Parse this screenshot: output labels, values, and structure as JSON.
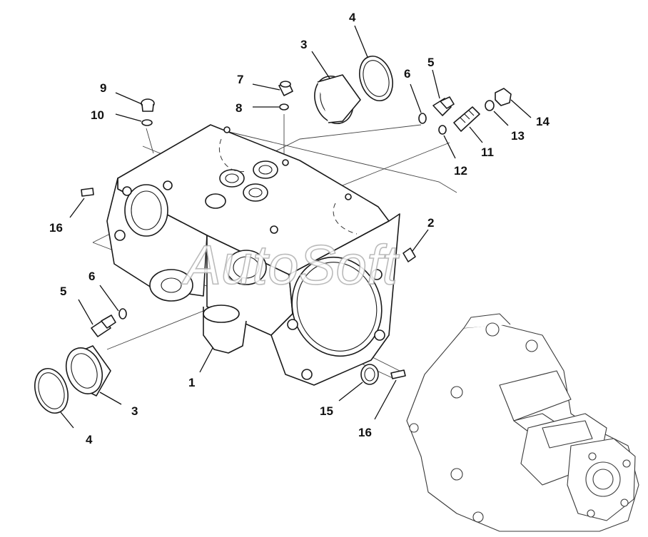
{
  "diagram": {
    "watermark": "AutoSoft",
    "callouts": [
      {
        "id": "c1",
        "label": "1"
      },
      {
        "id": "c2",
        "label": "2"
      },
      {
        "id": "c3a",
        "label": "3"
      },
      {
        "id": "c3b",
        "label": "3"
      },
      {
        "id": "c4a",
        "label": "4"
      },
      {
        "id": "c4b",
        "label": "4"
      },
      {
        "id": "c5a",
        "label": "5"
      },
      {
        "id": "c5b",
        "label": "5"
      },
      {
        "id": "c6a",
        "label": "6"
      },
      {
        "id": "c6b",
        "label": "6"
      },
      {
        "id": "c7",
        "label": "7"
      },
      {
        "id": "c8",
        "label": "8"
      },
      {
        "id": "c9",
        "label": "9"
      },
      {
        "id": "c10",
        "label": "10"
      },
      {
        "id": "c11",
        "label": "11"
      },
      {
        "id": "c12",
        "label": "12"
      },
      {
        "id": "c13",
        "label": "13"
      },
      {
        "id": "c14",
        "label": "14"
      },
      {
        "id": "c15",
        "label": "15"
      },
      {
        "id": "c16a",
        "label": "16"
      },
      {
        "id": "c16b",
        "label": "16"
      }
    ]
  }
}
